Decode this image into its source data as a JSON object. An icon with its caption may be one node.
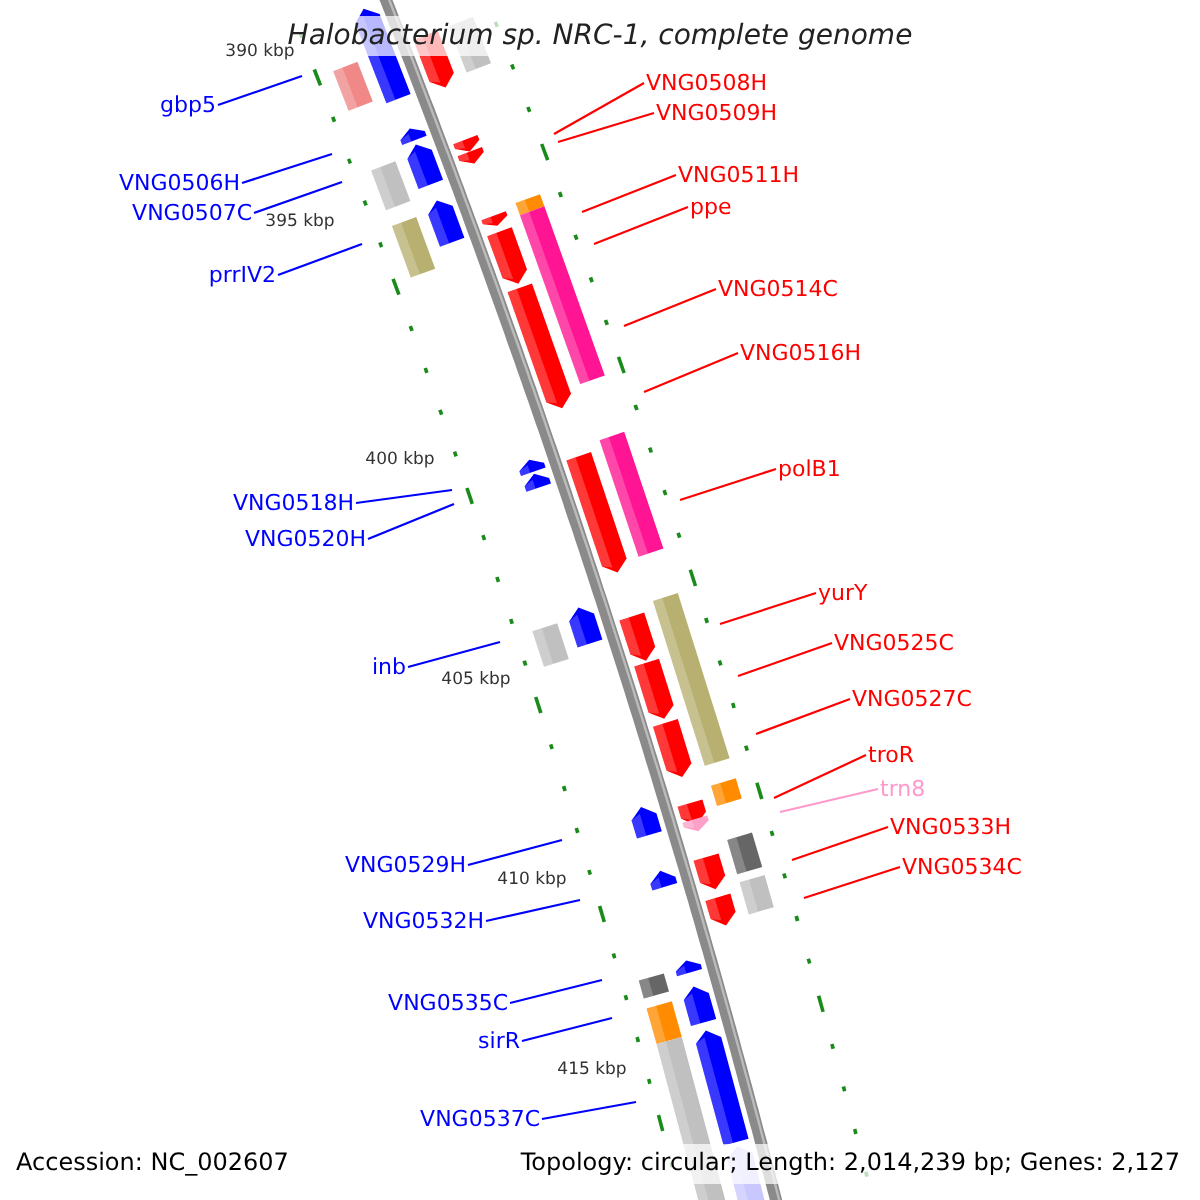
{
  "diagram": {
    "title": "Halobacterium sp. NRC-1, complete genome",
    "nodes": [
      {
        "text": [
          "VNG0508H"
        ]
      },
      {
        "text": [
          "gbp5"
        ]
      },
      {
        "text": [
          "VNG0509H"
        ]
      },
      {
        "text": [
          "VNG0511H"
        ]
      },
      {
        "text": [
          "VNG0506H"
        ]
      },
      {
        "text": [
          "ppe"
        ]
      },
      {
        "text": [
          "VNG0507C"
        ]
      },
      {
        "text": [
          "prrIV2"
        ]
      },
      {
        "text": [
          "VNG0514C"
        ]
      },
      {
        "text": [
          "VNG0516H"
        ]
      },
      {
        "text": [
          "polB1"
        ]
      },
      {
        "text": [
          "VNG0518H"
        ]
      },
      {
        "text": [
          "VNG0520H"
        ]
      },
      {
        "text": [
          "yurY"
        ]
      },
      {
        "text": [
          "VNG0525C"
        ]
      },
      {
        "text": [
          "inb"
        ]
      },
      {
        "text": [
          "VNG0527C"
        ]
      },
      {
        "text": [
          "troR"
        ]
      },
      {
        "text": [
          "trn8"
        ]
      },
      {
        "text": [
          "VNG0533H"
        ]
      },
      {
        "text": [
          "VNG0529H"
        ]
      },
      {
        "text": [
          "VNG0534C"
        ]
      },
      {
        "text": [
          "VNG0532H"
        ]
      },
      {
        "text": [
          "VNG0535C"
        ]
      },
      {
        "text": [
          "sirR"
        ]
      },
      {
        "text": [
          "VNG0537C"
        ]
      }
    ],
    "edges": [
      {
        "from": 0,
        "to": null,
        "arrow": "none"
      },
      {
        "from": 1,
        "to": null,
        "arrow": "none",
        "color": "#0000ff"
      },
      {
        "from": 2,
        "to": null,
        "arrow": "none"
      },
      {
        "from": 3,
        "to": null,
        "arrow": "none"
      },
      {
        "from": 4,
        "to": null,
        "arrow": "none",
        "color": "#0000ff"
      },
      {
        "from": 5,
        "to": null,
        "arrow": "none"
      },
      {
        "from": 6,
        "to": null,
        "arrow": "none",
        "color": "#0000ff"
      },
      {
        "from": 7,
        "to": null,
        "arrow": "none",
        "color": "#0000ff"
      },
      {
        "from": 8,
        "to": null,
        "arrow": "none"
      },
      {
        "from": 9,
        "to": null,
        "arrow": "none"
      },
      {
        "from": 10,
        "to": null,
        "arrow": "none"
      },
      {
        "from": 11,
        "to": null,
        "arrow": "none",
        "color": "#0000ff"
      },
      {
        "from": 12,
        "to": null,
        "arrow": "none",
        "color": "#0000ff"
      },
      {
        "from": 13,
        "to": null,
        "arrow": "none"
      },
      {
        "from": 14,
        "to": null,
        "arrow": "none"
      },
      {
        "from": 15,
        "to": null,
        "arrow": "none",
        "color": "#0000ff"
      },
      {
        "from": 16,
        "to": null,
        "arrow": "none"
      },
      {
        "from": 17,
        "to": null,
        "arrow": "none"
      },
      {
        "from": 18,
        "to": null,
        "arrow": "none",
        "color": "#ff99cc"
      },
      {
        "from": 19,
        "to": null,
        "arrow": "none"
      },
      {
        "from": 20,
        "to": null,
        "arrow": "none",
        "color": "#0000ff"
      },
      {
        "from": 21,
        "to": null,
        "arrow": "none"
      },
      {
        "from": 22,
        "to": null,
        "arrow": "none",
        "color": "#0000ff"
      },
      {
        "from": 23,
        "to": null,
        "arrow": "none",
        "color": "#0000ff"
      },
      {
        "from": 24,
        "to": null,
        "arrow": "none",
        "color": "#0000ff"
      },
      {
        "from": 25,
        "to": null,
        "arrow": "none",
        "color": "#0000ff"
      }
    ],
    "labels": [
      "390 kbp",
      "395 kbp",
      "400 kbp",
      "405 kbp",
      "410 kbp",
      "415 kbp",
      "Accession: NC_002607",
      "Topology: circular; Length: 2,014,239 bp; Genes: 2,127"
    ]
  }
}
